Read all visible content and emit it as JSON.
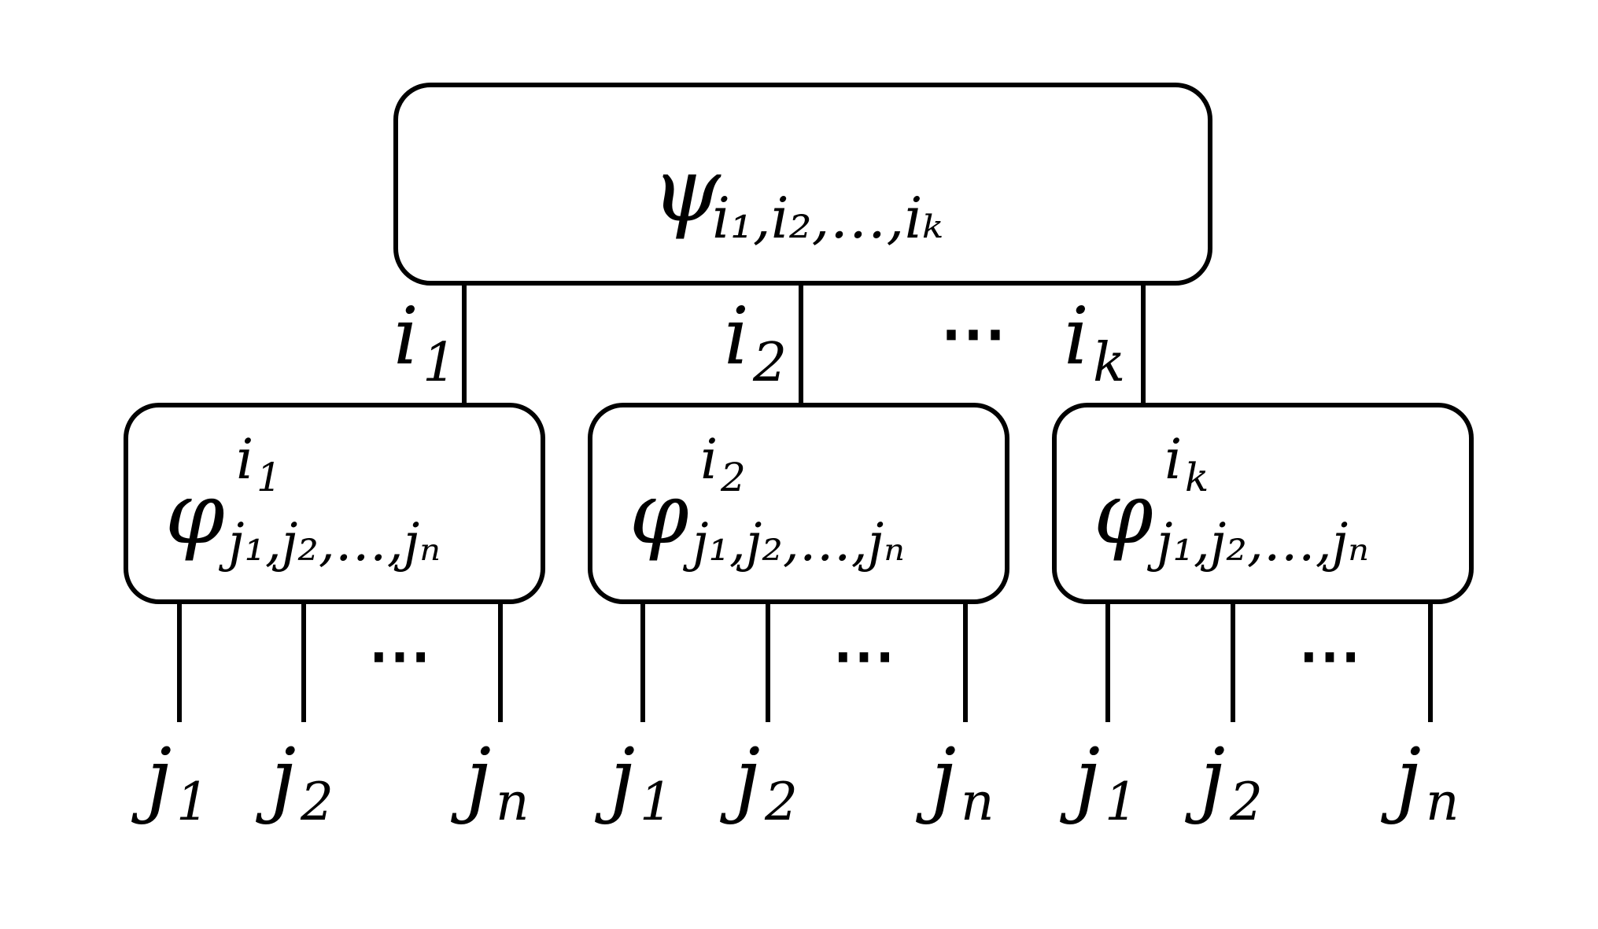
{
  "root": {
    "symbol": "ψ",
    "sub": "i₁,i₂,…,iₖ"
  },
  "connections": [
    {
      "base": "i",
      "sub": "1"
    },
    {
      "base": "i",
      "sub": "2"
    },
    {
      "base": "i",
      "sub": "k"
    }
  ],
  "connections_ellipsis": "⋯",
  "children": [
    {
      "symbol": "φ",
      "sup_base": "i",
      "sup_sub": "1",
      "sub": "j₁,j₂,…,jₙ"
    },
    {
      "symbol": "φ",
      "sup_base": "i",
      "sup_sub": "2",
      "sub": "j₁,j₂,…,jₙ"
    },
    {
      "symbol": "φ",
      "sup_base": "i",
      "sup_sub": "k",
      "sub": "j₁,j₂,…,jₙ"
    }
  ],
  "leaf_labels": [
    {
      "base": "j",
      "sub": "1"
    },
    {
      "base": "j",
      "sub": "2"
    },
    {
      "base": "j",
      "sub": "n"
    }
  ],
  "leaf_ellipsis": "⋯"
}
